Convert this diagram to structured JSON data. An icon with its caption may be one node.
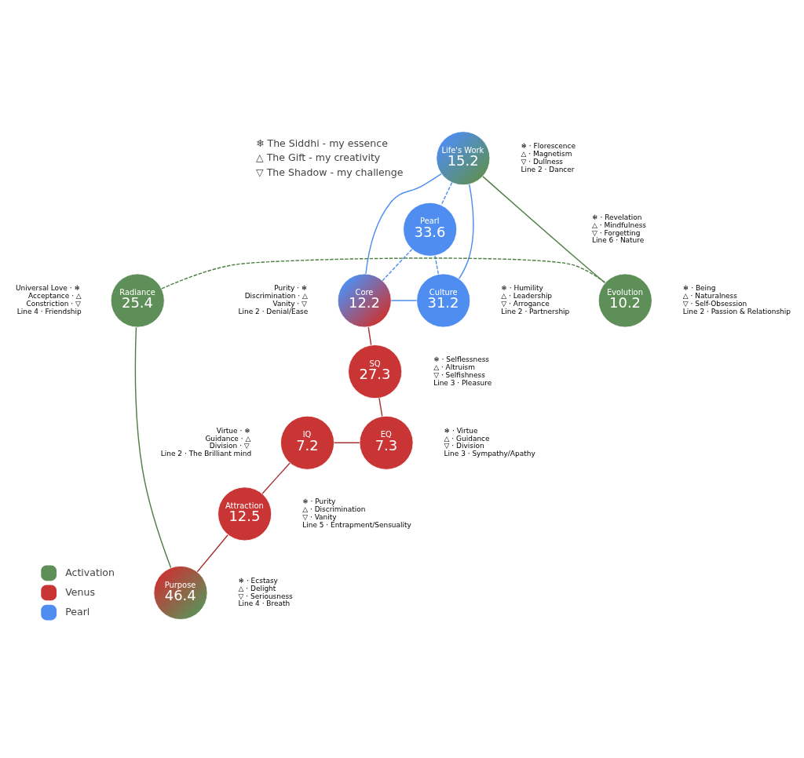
{
  "diagram": {
    "nodes": [
      {
        "text": [
          "Life's Work",
          "15.2"
        ],
        "beside": [
          "❄ · Florescence",
          "△ · Magnetism",
          "▽ · Dullness",
          "Line 2 · Dancer"
        ]
      },
      {
        "text": [
          "Pearl",
          "33.6"
        ],
        "beside": [
          "❄ · Revelation",
          "△ · Mindfulness",
          "▽ · Forgetting",
          "Line 6 · Nature"
        ]
      },
      {
        "text": [
          "Core",
          "12.2"
        ],
        "beside": [
          "Purity · ❄",
          "Discrimination · △",
          "Vanity · ▽",
          "Line 2 · Denial/Ease"
        ]
      },
      {
        "text": [
          "Culture",
          "31.2"
        ],
        "beside": [
          "❄ · Humility",
          "△ · Leadership",
          "▽ · Arrogance",
          "Line 2 · Partnership"
        ]
      },
      {
        "text": [
          "Radiance",
          "25.4"
        ],
        "beside": [
          "Universal Love · ❄",
          "Acceptance · △",
          "Constriction · ▽",
          "Line 4 · Friendship"
        ]
      },
      {
        "text": [
          "SQ",
          "27.3"
        ],
        "beside": [
          "❄ · Selflessness",
          "△ · Altruism",
          "▽ · Selfishness",
          "Line 3 · Pleasure"
        ]
      },
      {
        "text": [
          "Evolution",
          "10.2"
        ],
        "beside": [
          "❄ · Being",
          "△ · Naturalness",
          "▽ · Self-Obsession",
          "Line 2 · Passion & Relationship"
        ]
      },
      {
        "text": [
          "IQ",
          "7.2"
        ],
        "beside": [
          "Virtue · ❄",
          "Guidance · △",
          "Division · ▽",
          "Line 2 · The Brilliant mind"
        ]
      },
      {
        "text": [
          "EQ",
          "7.3"
        ],
        "beside": [
          "❄ · Virtue",
          "△ · Guidance",
          "▽ · Division",
          "Line 3 · Sympathy/Apathy"
        ]
      },
      {
        "text": [
          "Attraction",
          "12.5"
        ],
        "beside": [
          "❄ · Purity",
          "△ · Discrimination",
          "▽ · Vanity",
          "Line 5 · Entrapment/Sensuality"
        ]
      },
      {
        "text": [
          "Purpose",
          "46.4"
        ],
        "beside": [
          "❄ · Ecstasy",
          "△ · Delight",
          "▽ · Seriousness",
          "Line 4 · Breath"
        ]
      }
    ],
    "edges": [
      {
        "from": 0,
        "to": 1,
        "arrow": "none",
        "style": "dashed"
      },
      {
        "from": 0,
        "to": 2,
        "arrow": "none"
      },
      {
        "from": 0,
        "to": 3,
        "arrow": "none"
      },
      {
        "from": 1,
        "to": 2,
        "arrow": "none",
        "style": "dashed"
      },
      {
        "from": 1,
        "to": 3,
        "arrow": "none",
        "style": "dashed"
      },
      {
        "from": 2,
        "to": 3,
        "arrow": "none"
      },
      {
        "from": 0,
        "to": 6,
        "arrow": "none",
        "color": "#4f7f45"
      },
      {
        "from": 4,
        "to": 6,
        "arrow": "none",
        "style": "dashed",
        "color": "#4f7f45"
      },
      {
        "from": 4,
        "to": 10,
        "arrow": "none",
        "color": "#4f7f45"
      },
      {
        "from": 2,
        "to": 5,
        "arrow": "none",
        "color": "#a83232"
      },
      {
        "from": 5,
        "to": 8,
        "arrow": "none",
        "color": "#a83232"
      },
      {
        "from": 7,
        "to": 8,
        "arrow": "none",
        "color": "#a83232"
      },
      {
        "from": 7,
        "to": 9,
        "arrow": "none",
        "color": "#a83232"
      },
      {
        "from": 9,
        "to": 10,
        "arrow": "none",
        "color": "#a83232"
      }
    ],
    "legend": [
      {
        "text": "❄ The Siddhi - my essence"
      },
      {
        "text": "△ The Gift - my creativity"
      },
      {
        "text": "▽ The Shadow - my challenge"
      },
      {
        "text": "Activation",
        "color": "#5e8f58"
      },
      {
        "text": "Venus",
        "color": "#c93535"
      },
      {
        "text": "Pearl",
        "color": "#4f8ef0"
      }
    ]
  }
}
